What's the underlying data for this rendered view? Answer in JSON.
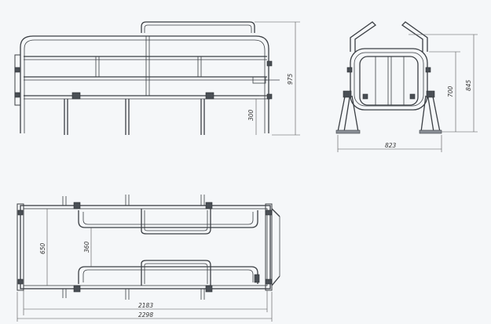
{
  "dimensions": {
    "side_height": "975",
    "side_leg_height": "300",
    "end_width": "823",
    "end_inner_height": "700",
    "end_total_height": "845",
    "plan_inner_width": "650",
    "plan_rail_spacing": "360",
    "plan_inner_length": "2183",
    "plan_total_length": "2298"
  },
  "colors": {
    "line": "#3b3f44",
    "paper": "#f5f7f9"
  }
}
